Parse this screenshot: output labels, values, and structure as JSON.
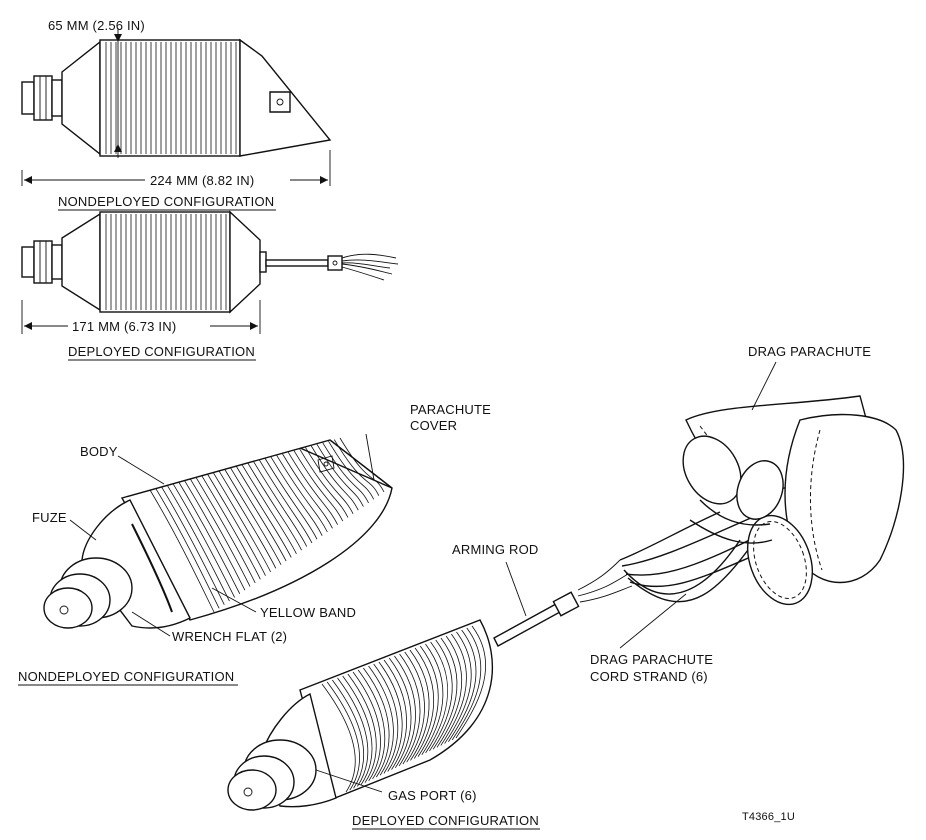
{
  "top_view": {
    "diameter_label": "65 MM (2.56 IN)",
    "length_label": "224 MM (8.82 IN)",
    "caption": "NONDEPLOYED CONFIGURATION"
  },
  "mid_view": {
    "length_label": "171 MM (6.73 IN)",
    "caption": "DEPLOYED CONFIGURATION"
  },
  "iso_nondeployed": {
    "body": "BODY",
    "fuze": "FUZE",
    "cover_line1": "PARACHUTE",
    "cover_line2": "COVER",
    "yellow_band": "YELLOW BAND",
    "wrench_flat": "WRENCH FLAT (2)",
    "caption": "NONDEPLOYED CONFIGURATION"
  },
  "iso_deployed": {
    "arming_rod": "ARMING ROD",
    "drag_parachute": "DRAG PARACHUTE",
    "cord_line1": "DRAG PARACHUTE",
    "cord_line2": "CORD STRAND (6)",
    "gas_port": "GAS PORT (6)",
    "caption": "DEPLOYED CONFIGURATION"
  },
  "figure_id": "T4366_1U"
}
